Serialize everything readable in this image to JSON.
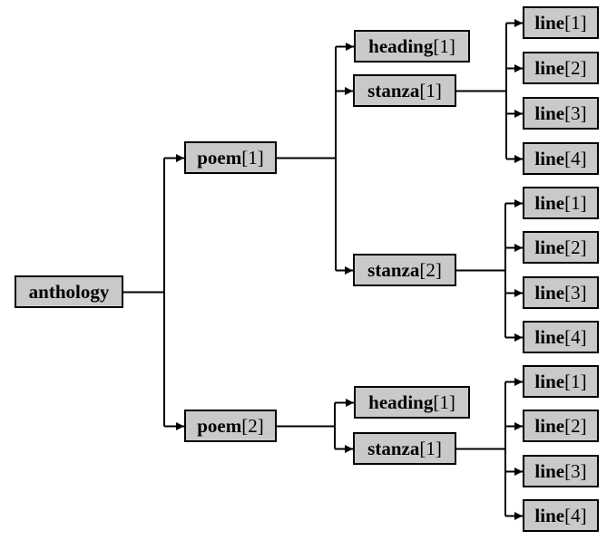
{
  "styles": {
    "background": "#ffffff",
    "box_fill": "#c9c9c9",
    "box_border": "#000000",
    "connector_color": "#000000",
    "text_color": "#000000"
  },
  "diagram_type": "tree",
  "tree": {
    "label": "anthology",
    "bracket": "",
    "children": [
      {
        "label": "poem",
        "bracket": "[1]",
        "children": [
          {
            "label": "heading",
            "bracket": "[1]",
            "children": []
          },
          {
            "label": "stanza",
            "bracket": "[1]",
            "children": [
              {
                "label": "line",
                "bracket": "[1]"
              },
              {
                "label": "line",
                "bracket": "[2]"
              },
              {
                "label": "line",
                "bracket": "[3]"
              },
              {
                "label": "line",
                "bracket": "[4]"
              }
            ]
          },
          {
            "label": "stanza",
            "bracket": "[2]",
            "children": [
              {
                "label": "line",
                "bracket": "[1]"
              },
              {
                "label": "line",
                "bracket": "[2]"
              },
              {
                "label": "line",
                "bracket": "[3]"
              },
              {
                "label": "line",
                "bracket": "[4]"
              }
            ]
          }
        ]
      },
      {
        "label": "poem",
        "bracket": "[2]",
        "children": [
          {
            "label": "heading",
            "bracket": "[1]",
            "children": []
          },
          {
            "label": "stanza",
            "bracket": "[1]",
            "children": [
              {
                "label": "line",
                "bracket": "[1]"
              },
              {
                "label": "line",
                "bracket": "[2]"
              },
              {
                "label": "line",
                "bracket": "[3]"
              },
              {
                "label": "line",
                "bracket": "[4]"
              }
            ]
          }
        ]
      }
    ]
  }
}
